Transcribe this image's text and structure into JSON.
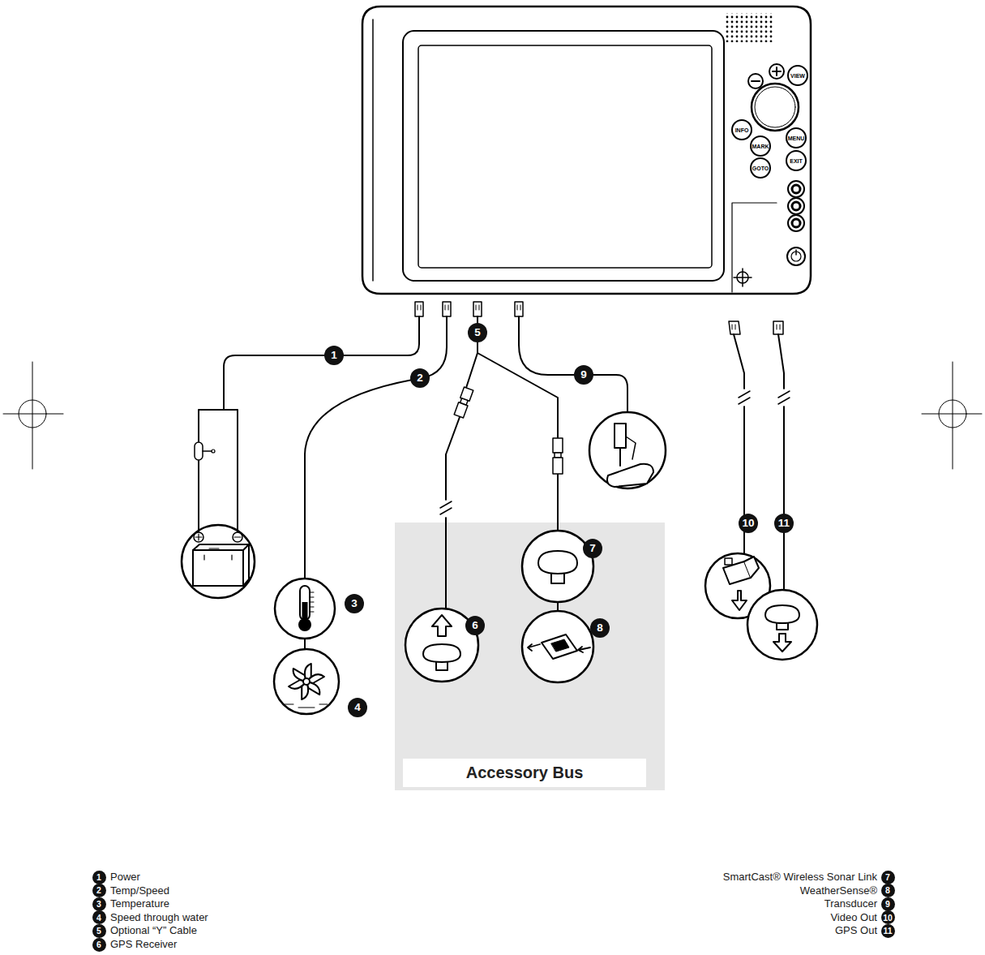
{
  "diagram": {
    "nodes": [
      {
        "text": [
          "VIEW"
        ]
      },
      {
        "text": [
          "INFO"
        ]
      },
      {
        "text": [
          "MENU"
        ]
      },
      {
        "text": [
          "MARK"
        ]
      },
      {
        "text": [
          "EXIT"
        ]
      },
      {
        "text": [
          "GOTO"
        ]
      },
      {
        "text": [
          "Accessory Bus"
        ]
      }
    ],
    "labels": [
      "1",
      "2",
      "5",
      "9",
      "10",
      "11",
      "7",
      "3",
      "6",
      "8",
      "4",
      "1",
      "Power",
      "SmartCast® Wireless Sonar Link",
      "7",
      "2",
      "Temp/Speed",
      "WeatherSense®",
      "8",
      "3",
      "Temperature",
      "Transducer",
      "9",
      "4",
      "Speed through water",
      "Video Out",
      "10",
      "5",
      "Optional “Y” Cable",
      "GPS Out",
      "11",
      "6",
      "GPS Receiver"
    ]
  }
}
